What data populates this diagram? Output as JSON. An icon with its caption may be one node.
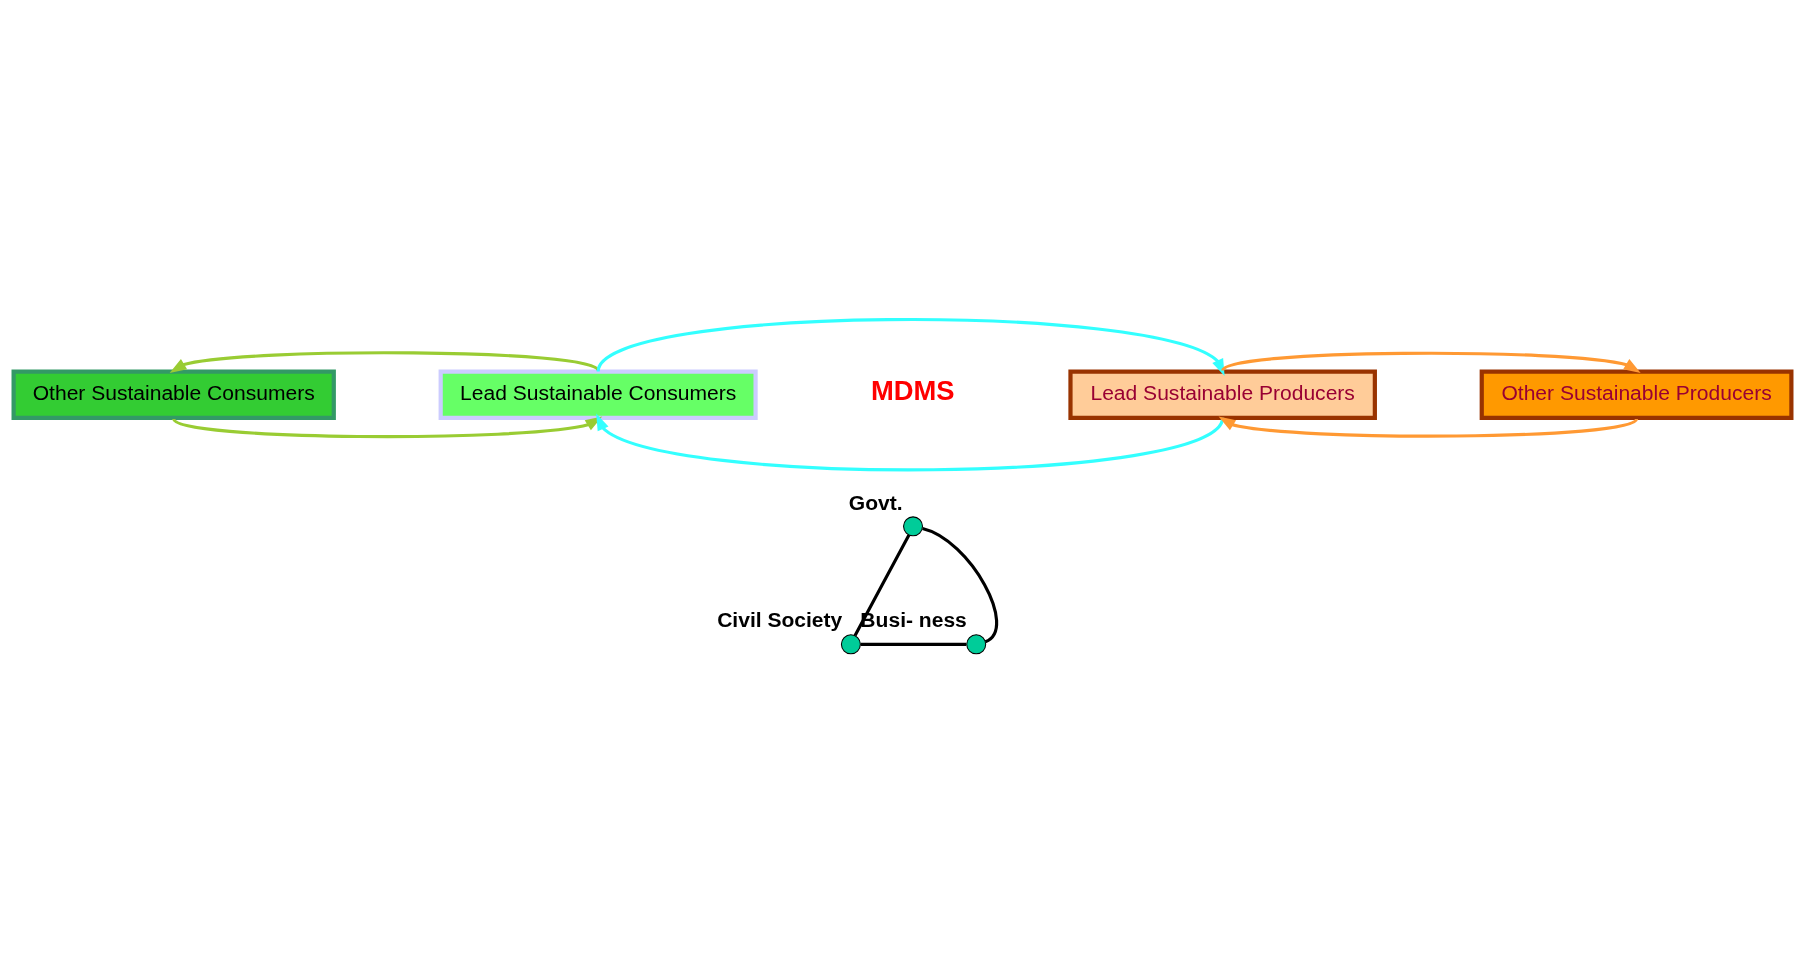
{
  "diagram": {
    "nodes": [
      {
        "text": [
          "Other Sustainable Consumers"
        ]
      },
      {
        "text": [
          "Lead Sustainable Consumers"
        ]
      },
      {
        "text": [
          "Lead Sustainable Producers"
        ]
      },
      {
        "text": [
          "Other Sustainable Producers"
        ]
      },
      {
        "text": [],
        "shape": "circle",
        "beside": [
          "Govt."
        ]
      },
      {
        "text": [],
        "shape": "circle",
        "beside": [
          "Civil Society"
        ]
      },
      {
        "text": [],
        "shape": "circle",
        "beside": [
          "Busi- ness"
        ]
      }
    ],
    "edges": [
      {
        "from": 1,
        "to": 0,
        "arrow": "to",
        "color": "#99cc33"
      },
      {
        "from": 0,
        "to": 1,
        "arrow": "to",
        "color": "#99cc33"
      },
      {
        "from": 1,
        "to": 2,
        "arrow": "to",
        "color": "#33ffff"
      },
      {
        "from": 2,
        "to": 1,
        "arrow": "to",
        "color": "#33ffff"
      },
      {
        "from": 2,
        "to": 3,
        "arrow": "to",
        "color": "#ff9933"
      },
      {
        "from": 3,
        "to": 2,
        "arrow": "to",
        "color": "#ff9933"
      },
      {
        "from": 4,
        "to": 5,
        "arrow": "none",
        "color": "#000000"
      },
      {
        "from": 5,
        "to": 6,
        "arrow": "none",
        "color": "#000000"
      },
      {
        "from": 6,
        "to": 4,
        "arrow": "none",
        "color": "#000000"
      }
    ],
    "labels": [
      "MDMS"
    ]
  }
}
